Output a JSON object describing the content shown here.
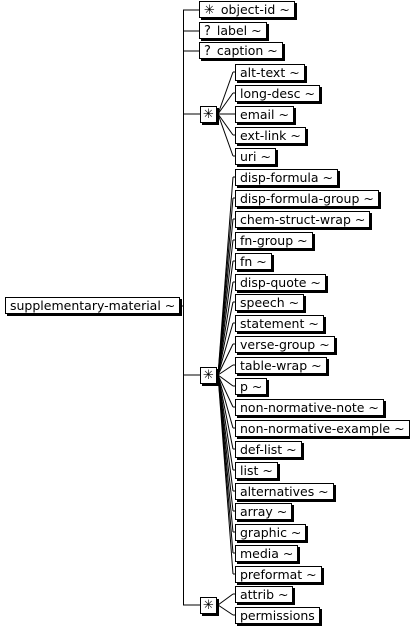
{
  "root": {
    "label": "supplementary-material ~"
  },
  "symbols": {
    "star": "✳",
    "question": "?"
  },
  "children": [
    {
      "label": "object-id ~",
      "marker": "✳"
    },
    {
      "label": "label ~",
      "marker": "?"
    },
    {
      "label": "caption ~",
      "marker": "?"
    }
  ],
  "group1": {
    "marker": "✳",
    "items": [
      "alt-text ~",
      "long-desc ~",
      "email ~",
      "ext-link ~",
      "uri ~"
    ]
  },
  "group2": {
    "marker": "✳",
    "items": [
      "disp-formula ~",
      "disp-formula-group ~",
      "chem-struct-wrap ~",
      "fn-group ~",
      "fn ~",
      "disp-quote ~",
      "speech ~",
      "statement ~",
      "verse-group ~",
      "table-wrap ~",
      "p ~",
      "non-normative-note ~",
      "non-normative-example ~",
      "def-list ~",
      "list ~",
      "alternatives ~",
      "array ~",
      "graphic ~",
      "media ~",
      "preformat ~"
    ]
  },
  "group3": {
    "marker": "✳",
    "items": [
      "attrib ~",
      "permissions"
    ]
  }
}
